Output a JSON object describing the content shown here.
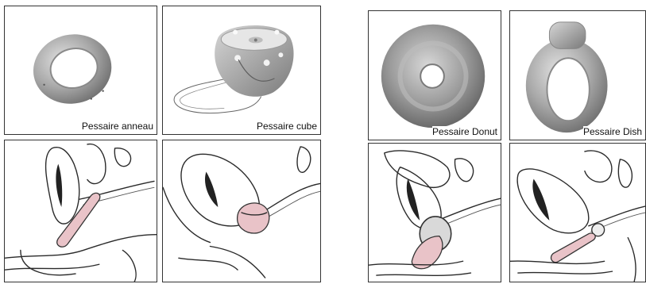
{
  "panels": {
    "ring": {
      "label": "Pessaire anneau"
    },
    "cube": {
      "label": "Pessaire cube"
    },
    "donut": {
      "label": "Pessaire Donut"
    },
    "dish": {
      "label": "Pessaire Dish"
    }
  },
  "colors": {
    "device_gray": "#a8a8a8",
    "sketch_pink": "#e9c3c8",
    "outline": "#2a2a2a"
  }
}
